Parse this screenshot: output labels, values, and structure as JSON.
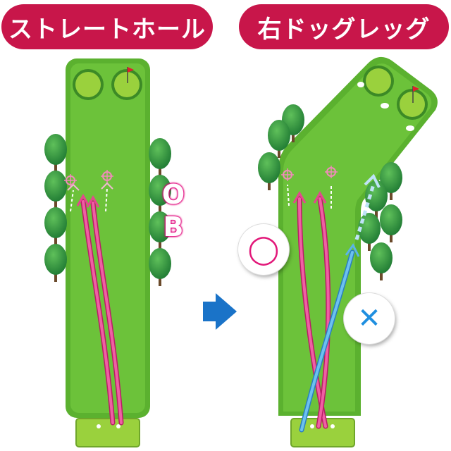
{
  "left_panel": {
    "title": "ストレートホール",
    "ob_first": "O",
    "ob_second": "B"
  },
  "right_panel": {
    "title": "右ドッグレッグ"
  },
  "marks": {
    "good": "◯",
    "bad": "✕"
  },
  "colors": {
    "banner": "#c8164a",
    "fairway": "#5bb12f",
    "green": "#9ad13d",
    "good_path": "#e5478f",
    "bad_path": "#5ab4e8",
    "arrow": "#1a73c8",
    "tree": "#2f8f3a"
  }
}
